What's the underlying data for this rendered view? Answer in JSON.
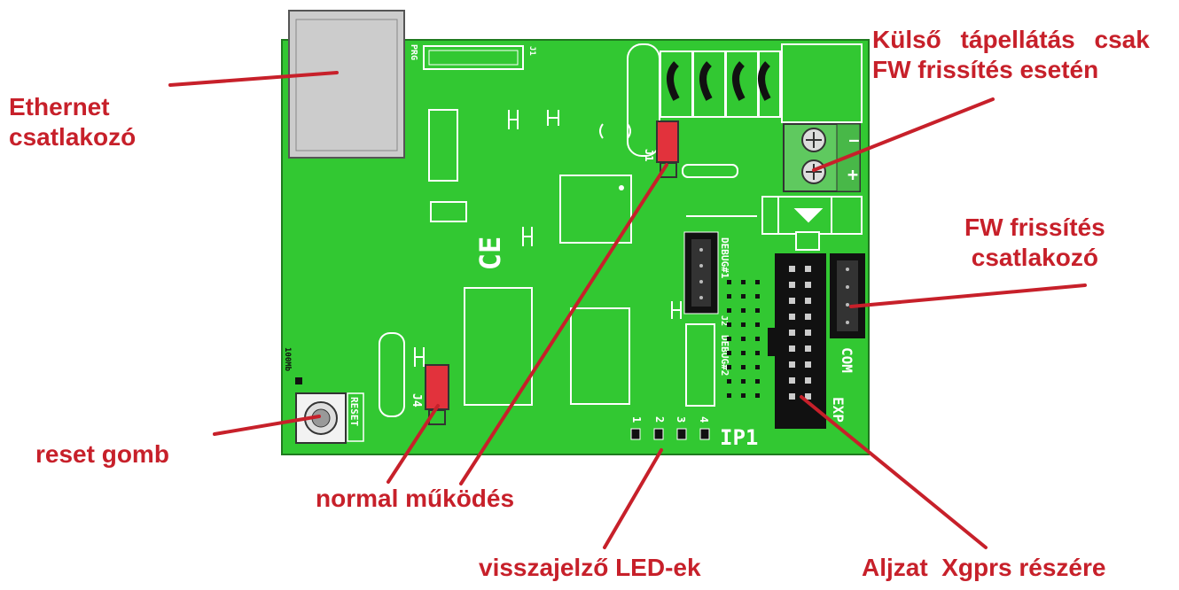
{
  "colors": {
    "board": "#32c832",
    "callout_text": "#c7202a",
    "leader_line": "#c7202a",
    "jumper": "#e2323c",
    "connector_gray": "#cccccc"
  },
  "callouts": {
    "ethernet": [
      "Ethernet",
      "csatlakozó"
    ],
    "power": [
      "Külső tápellátás csak",
      "FW frissítés esetén"
    ],
    "fw_connector": [
      "FW frissítés",
      "csatlakozó"
    ],
    "reset": "reset gomb",
    "normal": "normal működés",
    "leds": "visszajelző LED-ek",
    "xgprs": "Aljzat  Xgprs részére"
  },
  "silkscreen": {
    "prg": "PRG",
    "j1": "J1",
    "j4": "J4",
    "reset": "RESET",
    "link": "100Mb",
    "ce": "CE",
    "debug1": "DEBUG#1",
    "debug2": "DEBUG#2",
    "j2": "J2",
    "com": "COM",
    "exp": "EXP",
    "ip1": "IP1",
    "led_numbers": [
      "1",
      "2",
      "3",
      "4"
    ],
    "minus": "–",
    "plus": "+"
  }
}
